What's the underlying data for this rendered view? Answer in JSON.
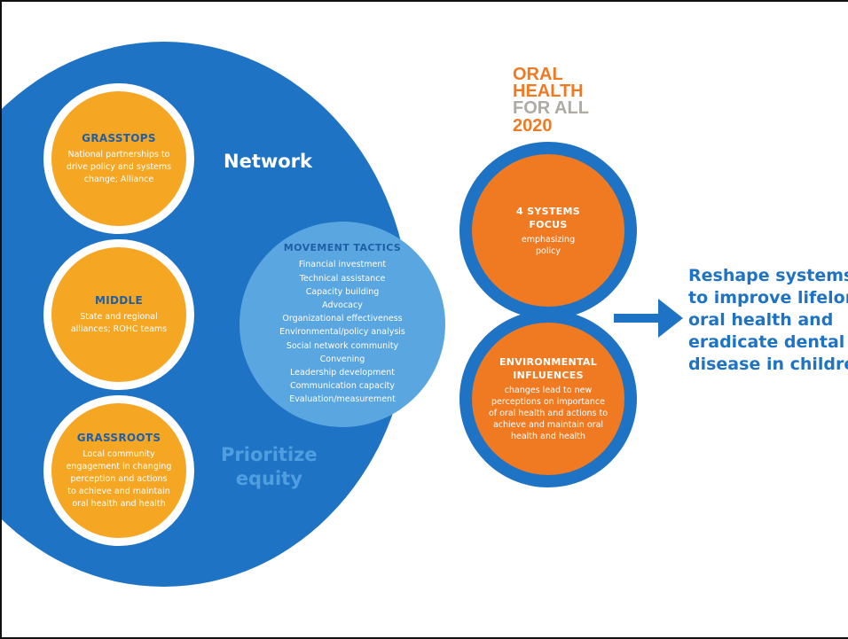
{
  "logo": {
    "line1": "ORAL",
    "line2": "HEALTH",
    "line3": "FOR ALL",
    "line4": "2020"
  },
  "network_label": "Network",
  "equity_label_line1": "Prioritize",
  "equity_label_line2": "equity",
  "levels": [
    {
      "title": "GRASSTOPS",
      "desc": "National partnerships to drive policy and systems change; Alliance"
    },
    {
      "title": "MIDDLE",
      "desc": "State and regional alliances; ROHC teams"
    },
    {
      "title": "GRASSROOTS",
      "desc": "Local community engagement in changing perception and actions to achieve and maintain oral health and health"
    }
  ],
  "tactics": {
    "title": "MOVEMENT TACTICS",
    "items": [
      "Financial investment",
      "Technical assistance",
      "Capacity building",
      "Advocacy",
      "Organizational effectiveness",
      "Environmental/policy analysis",
      "Social network community",
      "Convening",
      "Leadership development",
      "Communication capacity",
      "Evaluation/measurement"
    ]
  },
  "systems": {
    "title_line1": "4 SYSTEMS",
    "title_line2": "FOCUS",
    "desc": "emphasizing policy"
  },
  "environment": {
    "title_line1": "ENVIRONMENTAL",
    "title_line2": "INFLUENCES",
    "desc": "changes lead to new perceptions on importance of oral health and actions to achieve and maintain oral health and health"
  },
  "outcome": {
    "line1": "Reshape systems",
    "line2": "to improve lifelong",
    "line3": "oral health and",
    "line4": "eradicate dental",
    "line5": "disease in children"
  },
  "colors": {
    "dark_blue": "#1f73c4",
    "light_blue": "#5aa6e0",
    "yellow": "#f5a623",
    "orange": "#f07a22",
    "logo_gray": "#b0aaa4"
  }
}
